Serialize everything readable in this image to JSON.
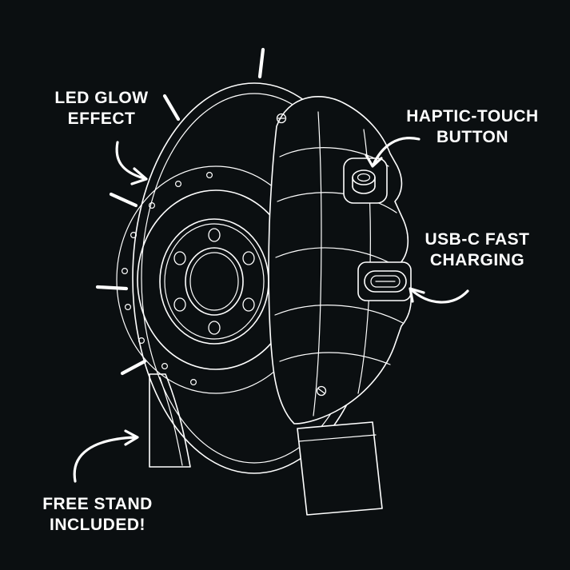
{
  "figure": {
    "background_color": "#0b0f11",
    "line_color": "#ffffff",
    "style": "white line-art technical illustration of a brake-disc shaped device with caliper, on dark background"
  },
  "annotations": {
    "led_glow": {
      "line1": "LED GLOW",
      "line2": "EFFECT"
    },
    "haptic_button": {
      "line1": "HAPTIC-TOUCH",
      "line2": "BUTTON"
    },
    "usb_charging": {
      "line1": "USB-C FAST",
      "line2": "CHARGING"
    },
    "free_stand": {
      "line1": "FREE STAND",
      "line2": "INCLUDED!"
    }
  }
}
